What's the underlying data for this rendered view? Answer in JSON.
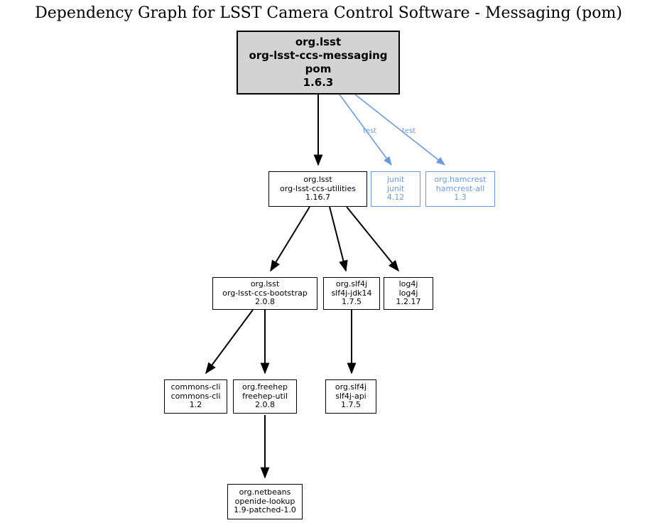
{
  "title": "Dependency Graph for LSST Camera Control Software - Messaging (pom)",
  "colors": {
    "root_fill": "#d3d3d3",
    "node_border": "#000000",
    "test_scope": "#6a9ae0",
    "background": "#ffffff"
  },
  "nodes": {
    "root": {
      "group": "org.lsst",
      "artifact": "org-lsst-ccs-messaging",
      "packaging": "pom",
      "version": "1.6.3"
    },
    "utilities": {
      "group": "org.lsst",
      "artifact": "org-lsst-ccs-utilities",
      "version": "1.16.7"
    },
    "junit": {
      "group": "junit",
      "artifact": "junit",
      "version": "4.12"
    },
    "hamcrest": {
      "group": "org.hamcrest",
      "artifact": "hamcrest-all",
      "version": "1.3"
    },
    "bootstrap": {
      "group": "org.lsst",
      "artifact": "org-lsst-ccs-bootstrap",
      "version": "2.0.8"
    },
    "slf4j_jdk14": {
      "group": "org.slf4j",
      "artifact": "slf4j-jdk14",
      "version": "1.7.5"
    },
    "log4j": {
      "group": "log4j",
      "artifact": "log4j",
      "version": "1.2.17"
    },
    "commons_cli": {
      "group": "commons-cli",
      "artifact": "commons-cli",
      "version": "1.2"
    },
    "freehep_util": {
      "group": "org.freehep",
      "artifact": "freehep-util",
      "version": "2.0.8"
    },
    "slf4j_api": {
      "group": "org.slf4j",
      "artifact": "slf4j-api",
      "version": "1.7.5"
    },
    "openide_lookup": {
      "group": "org.netbeans",
      "artifact": "openide-lookup",
      "version": "1.9-patched-1.0"
    }
  },
  "edge_labels": {
    "junit_scope": "test",
    "hamcrest_scope": "test"
  }
}
